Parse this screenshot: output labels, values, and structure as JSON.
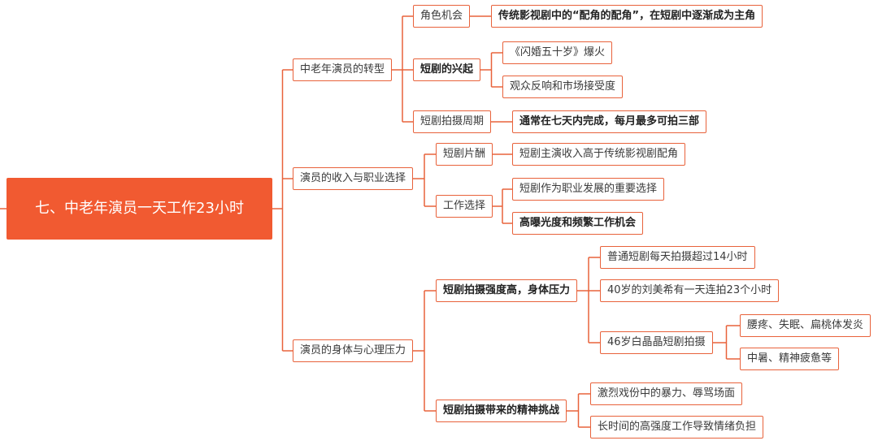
{
  "root": "七、中老年演员一天工作23小时",
  "branches": [
    {
      "label": "中老年演员的转型",
      "children": [
        {
          "label": "角色机会",
          "children": [
            {
              "label": "传统影视剧中的“配角的配角”，在短剧中逐渐成为主角"
            }
          ]
        },
        {
          "label": "短剧的兴起",
          "children": [
            {
              "label": "《闪婚五十岁》爆火"
            },
            {
              "label": "观众反响和市场接受度"
            }
          ]
        },
        {
          "label": "短剧拍摄周期",
          "children": [
            {
              "label": "通常在七天内完成，每月最多可拍三部"
            }
          ]
        }
      ]
    },
    {
      "label": "演员的收入与职业选择",
      "children": [
        {
          "label": "短剧片酬",
          "children": [
            {
              "label": "短剧主演收入高于传统影视剧配角"
            }
          ]
        },
        {
          "label": "工作选择",
          "children": [
            {
              "label": "短剧作为职业发展的重要选择"
            },
            {
              "label": "高曝光度和频繁工作机会"
            }
          ]
        }
      ]
    },
    {
      "label": "演员的身体与心理压力",
      "children": [
        {
          "label": "短剧拍摄强度高，身体压力",
          "children": [
            {
              "label": "普通短剧每天拍摄超过14小时"
            },
            {
              "label": "40岁的刘美希有一天连拍23个小时"
            },
            {
              "label": "46岁白晶晶短剧拍摄",
              "children": [
                {
                  "label": "腰疼、失眠、扁桃体发炎"
                },
                {
                  "label": "中暑、精神疲惫等"
                }
              ]
            }
          ]
        },
        {
          "label": "短剧拍摄带来的精神挑战",
          "children": [
            {
              "label": "激烈戏份中的暴力、辱骂场面"
            },
            {
              "label": "长时间的高强度工作导致情绪负担"
            }
          ]
        }
      ]
    }
  ],
  "colors": {
    "accent": "#f15a31",
    "line": "#e8623b"
  }
}
